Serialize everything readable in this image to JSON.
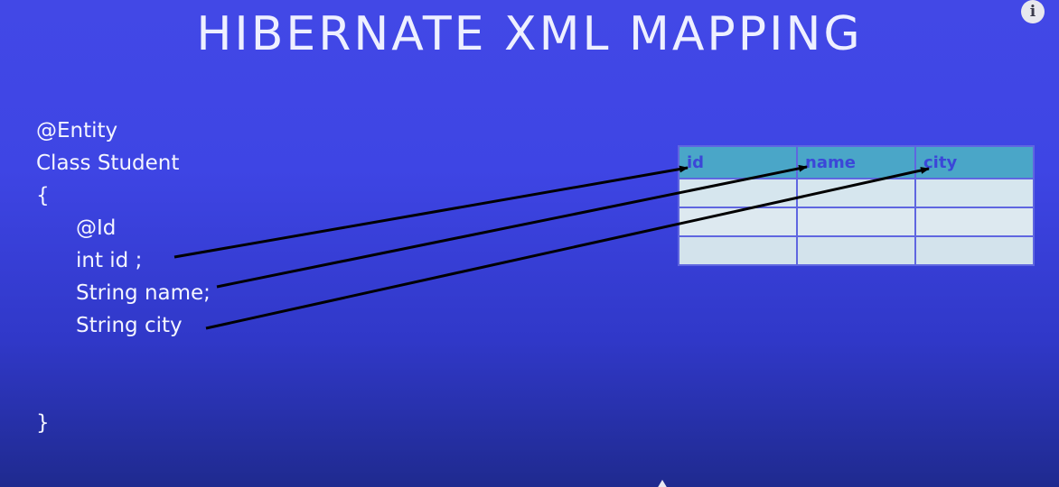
{
  "slide": {
    "title": "HIBERNATE XML MAPPING"
  },
  "code": {
    "lines": [
      "@Entity",
      "Class Student",
      "{",
      "@Id",
      "int id ;",
      "String name;",
      "String city",
      "}"
    ]
  },
  "table": {
    "columns": [
      "id",
      "name",
      "city"
    ],
    "empty_rows": 3
  },
  "mappings": [
    {
      "from": "int id ;",
      "to": "id"
    },
    {
      "from": "String name;",
      "to": "name"
    },
    {
      "from": "String city",
      "to": "city"
    }
  ],
  "overlay": {
    "info_icon": "i"
  },
  "colors": {
    "background": "#3e45e4",
    "table_header": "#4aa6c8",
    "table_cell": "#d6e6ee",
    "arrow": "#000000"
  }
}
